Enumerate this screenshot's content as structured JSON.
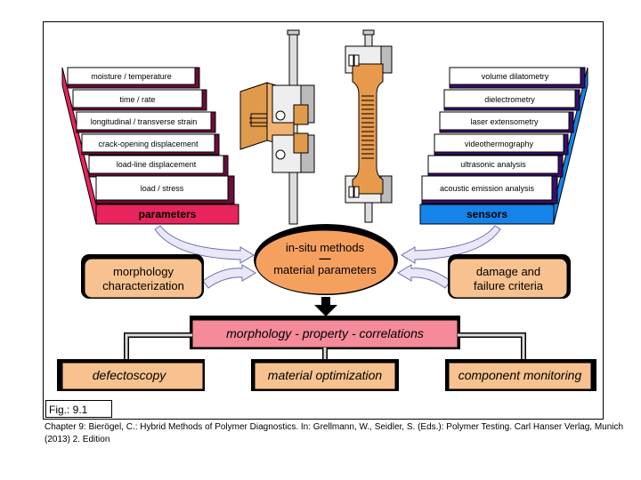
{
  "parameters": {
    "items": [
      "moisture / temperature",
      "time / rate",
      "longitudinal / transverse strain",
      "crack-opening displacement",
      "load-line displacement",
      "load / stress"
    ],
    "title": "parameters"
  },
  "sensors": {
    "items": [
      "volume dilatometry",
      "dielectrometry",
      "laser extensometry",
      "videothermography",
      "ultrasonic analysis",
      "acoustic emission analysis"
    ],
    "title": "sensors"
  },
  "center": {
    "line1": "in-situ methods",
    "dash": "—",
    "line2": "material parameters"
  },
  "morphology": {
    "line1": "morphology",
    "line2": "characterization"
  },
  "damage": {
    "line1": "damage and",
    "line2": "failure criteria"
  },
  "correlations": "morphology - property - correlations",
  "outputs": [
    "defectoscopy",
    "material optimization",
    "component monitoring"
  ],
  "figure_label": "Fig.: 9.1",
  "caption": "Chapter 9: Bierögel, C.: Hybrid Methods of Polymer Diagnostics. In: Grellmann, W., Seidler, S. (Eds.): Polymer Testing. Carl Hanser Verlag, Munich (2013) 2. Edition",
  "colors": {
    "parameters": "#e8245c",
    "parameters_dark": "#6a0e3a",
    "sensors": "#1583e8",
    "sensors_dark": "#3a0f6a",
    "orange": "#f7c28f",
    "ellipse": "#f6a060",
    "correlation": "#f48a9a"
  }
}
